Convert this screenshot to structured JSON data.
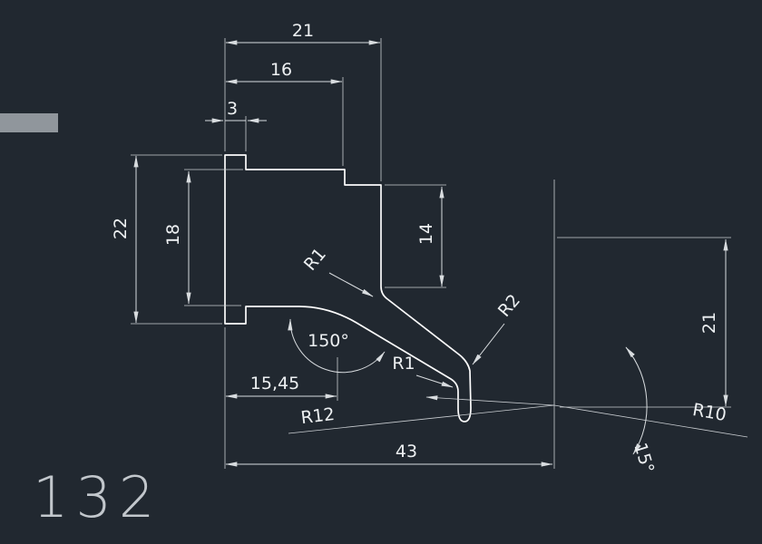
{
  "canvas": {
    "background": "#212830",
    "profile_line_color": "#fdfdfd",
    "dimension_line_color": "#d8dcdf",
    "text_color": "#edf0f2",
    "part_label": "132"
  },
  "dimensions": {
    "top_width_total": "21",
    "top_width_step": "16",
    "top_lip": "3",
    "left_height_outer": "22",
    "left_height_inner": "18",
    "right_height_step": "14",
    "right_height_total": "21",
    "bottom_offset": "15,45",
    "bottom_length_total": "43",
    "bend_angle": "150°",
    "fillet_top": "R1",
    "fillet_hook": "R1",
    "radius_hook_outer": "R2",
    "radius_large": "R12",
    "radius_small_arc": "R10",
    "angle_taper": "15°"
  }
}
